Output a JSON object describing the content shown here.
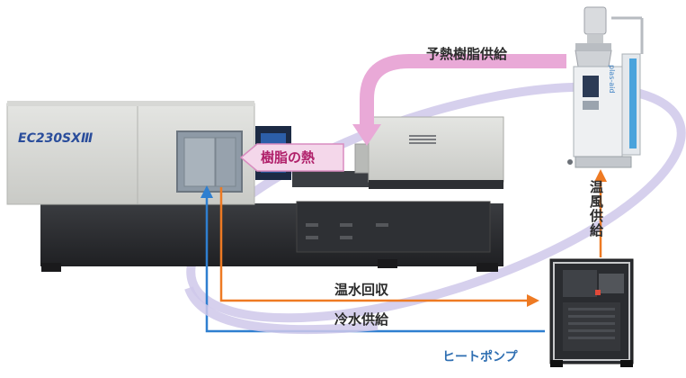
{
  "labels": {
    "preheated_resin_supply": "予熱樹脂供給",
    "resin_heat": "樹脂の熱",
    "hot_water_return": "温水回収",
    "cold_water_supply": "冷水供給",
    "heat_pump": "ヒートポンプ",
    "warm_air_supply": "温風供給"
  },
  "machine": {
    "model_badge": "EC230SXⅢ"
  },
  "dryer": {
    "brand": "plas-aid"
  },
  "colors": {
    "pink_flow": "#e9a9d7",
    "orange_flow": "#ee7a23",
    "blue_flow": "#2f7fd0",
    "loop_ellipse": "#c9c3e6"
  }
}
